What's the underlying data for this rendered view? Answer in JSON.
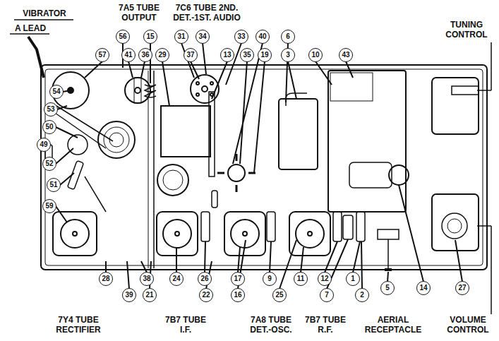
{
  "diagram": {
    "labels": [
      "A LEAD",
      "VIBRATOR",
      "7A5 TUBE OUTPUT",
      "7C6 TUBE 2ND. DET.-1ST. AUDIO",
      "TUNING CONTROL",
      "56",
      "15",
      "31",
      "34",
      "33",
      "40",
      "6",
      "57",
      "41",
      "36",
      "29",
      "37",
      "13",
      "35",
      "19",
      "3",
      "10",
      "43",
      "54",
      "53",
      "50",
      "49",
      "52",
      "51",
      "59",
      "28",
      "38",
      "24",
      "26",
      "17",
      "9",
      "11",
      "12",
      "1",
      "39",
      "21",
      "22",
      "16",
      "25",
      "7",
      "2",
      "5",
      "14",
      "27",
      "7Y4 TUBE RECTIFIER",
      "7B7 TUBE I.F.",
      "7A8 TUBE DET.-OSC.",
      "7B7 TUBE R.F.",
      "AERIAL RECEPTACLE",
      "VOLUME CONTROL"
    ]
  }
}
